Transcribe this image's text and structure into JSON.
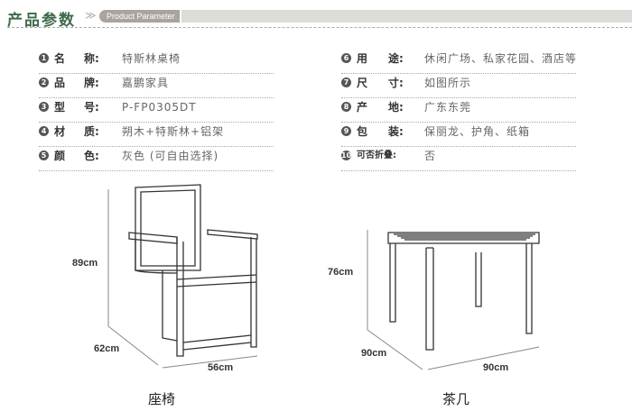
{
  "header": {
    "title": "产品参数",
    "chevron_icon": "double-chevron-down",
    "subtitle": "Product Parameter"
  },
  "params_left": [
    {
      "num": "1",
      "label1": "名",
      "label2": "称:",
      "value": "特斯林桌椅"
    },
    {
      "num": "2",
      "label1": "品",
      "label2": "牌:",
      "value": "嘉鹏家具"
    },
    {
      "num": "3",
      "label1": "型",
      "label2": "号:",
      "value": "P-FP0305DT"
    },
    {
      "num": "4",
      "label1": "材",
      "label2": "质:",
      "value": "朔木+特斯林+铝架"
    },
    {
      "num": "5",
      "label1": "颜",
      "label2": "色:",
      "value": "灰色 (可自由选择)"
    }
  ],
  "params_right": [
    {
      "num": "6",
      "label1": "用",
      "label2": "途:",
      "value": "休闲广场、私家花园、酒店等"
    },
    {
      "num": "7",
      "label1": "尺",
      "label2": "寸:",
      "value": "如图所示"
    },
    {
      "num": "8",
      "label1": "产",
      "label2": "地:",
      "value": "广东东莞"
    },
    {
      "num": "9",
      "label1": "包",
      "label2": "装:",
      "value": "保丽龙、护角、纸箱"
    },
    {
      "num": "10",
      "label1": "可否折叠:",
      "label2": "",
      "value": "否"
    }
  ],
  "chair": {
    "height": "89cm",
    "depth": "62cm",
    "width": "56cm",
    "caption": "座椅"
  },
  "table": {
    "height": "76cm",
    "depth": "90cm",
    "width": "90cm",
    "caption": "茶几"
  }
}
